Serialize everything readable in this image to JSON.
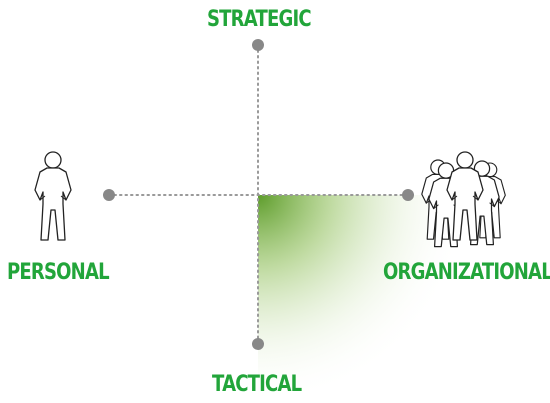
{
  "labels": {
    "top": "STRATEGIC",
    "bottom": "TACTICAL",
    "left": "PERSONAL",
    "right": "ORGANIZATIONAL"
  },
  "colors": {
    "label": "#22a53a",
    "axis_dots": "#999999",
    "node": "#888888",
    "gradient": "#5d9c2b",
    "figure_stroke": "#222222"
  },
  "icons": {
    "left": "single-person-icon",
    "right": "group-of-people-icon"
  }
}
